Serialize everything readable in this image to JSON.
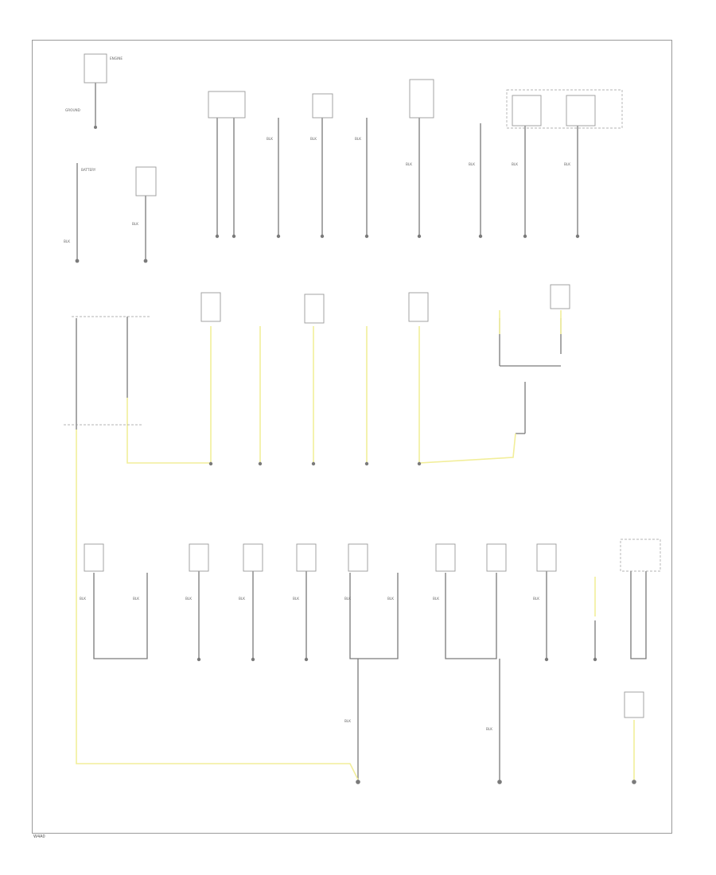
{
  "diagram": {
    "footer_code": "W4A0",
    "colors": {
      "wire_black": "#7a7a7a",
      "wire_yellow": "#f2ee9a",
      "border": "#9a9a9a",
      "text": "#777777"
    },
    "labels": {
      "engine": "ENGINE",
      "battery": "BATTERY",
      "blk": "BLK",
      "ground_label": "GROUND"
    }
  }
}
